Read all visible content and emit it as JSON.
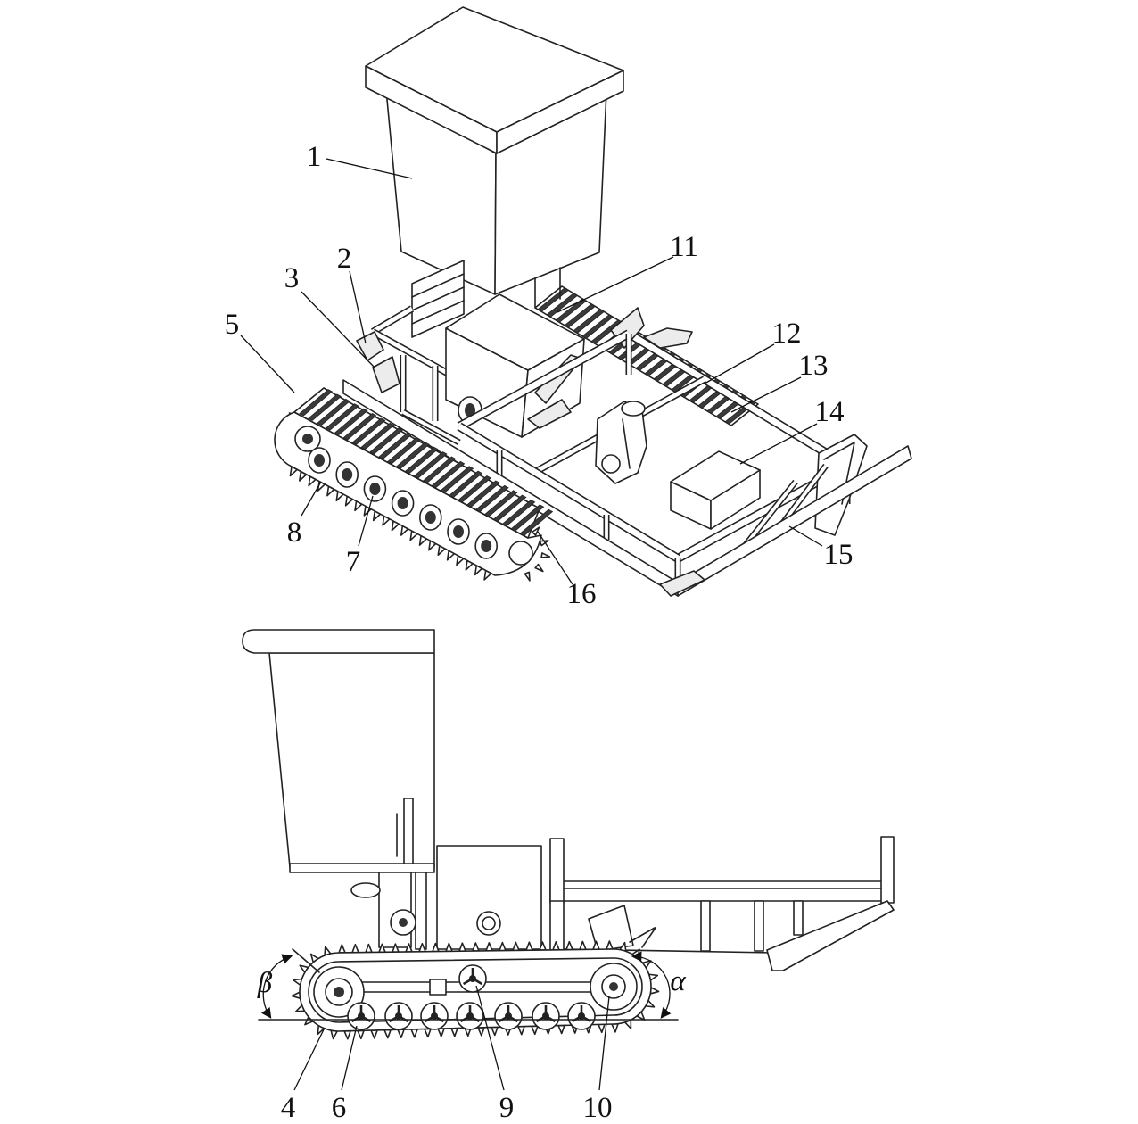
{
  "figure": {
    "top_view": {
      "callouts": {
        "c1": "1",
        "c2": "2",
        "c3": "3",
        "c5": "5",
        "c7": "7",
        "c8": "8",
        "c11": "11",
        "c12": "12",
        "c13": "13",
        "c14": "14",
        "c15": "15",
        "c16": "16"
      }
    },
    "side_view": {
      "callouts": {
        "c4": "4",
        "c6": "6",
        "c9": "9",
        "c10": "10"
      },
      "angles": {
        "beta": "β",
        "alpha": "α"
      }
    }
  }
}
